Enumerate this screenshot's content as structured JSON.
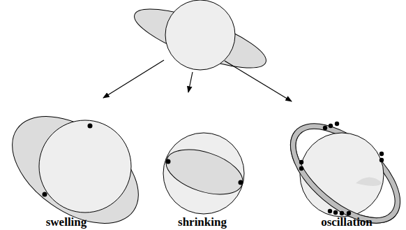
{
  "diagram": {
    "labels": [
      "swelling",
      "shrinking",
      "oscillation"
    ]
  }
}
